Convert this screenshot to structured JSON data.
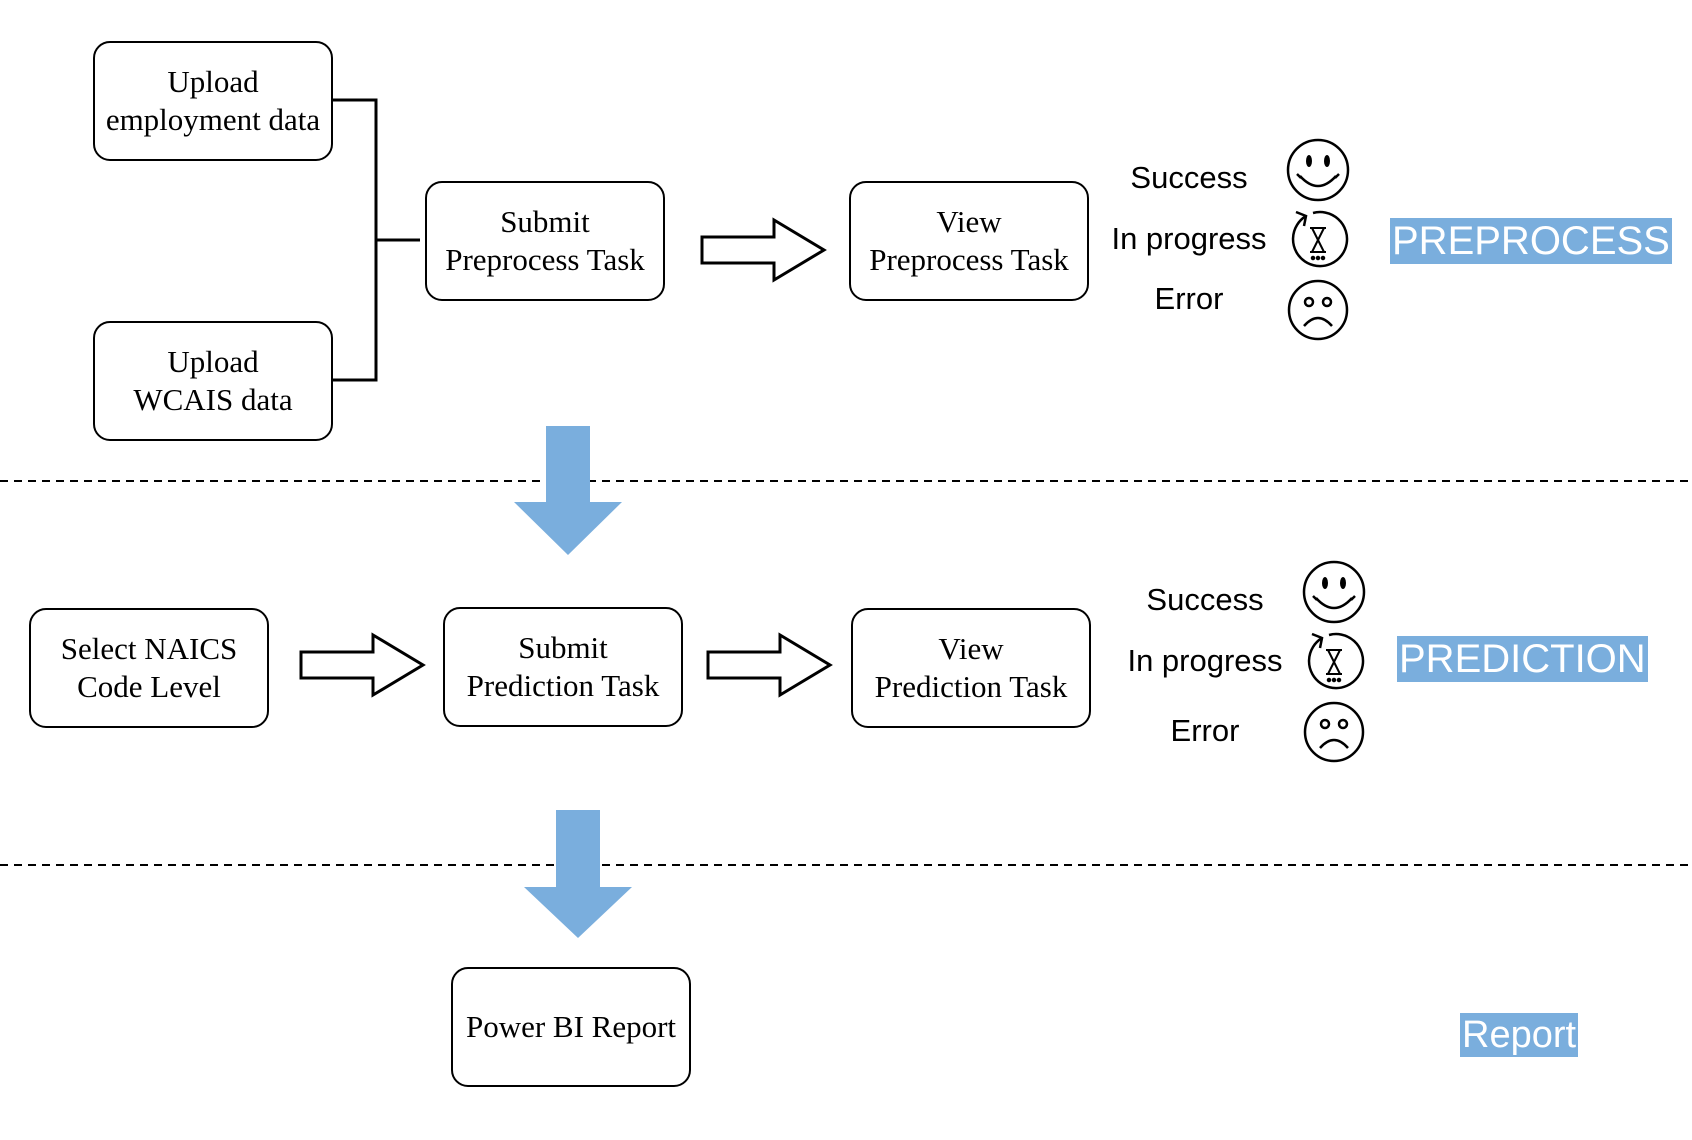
{
  "nodes": {
    "upload_employment": [
      "Upload",
      "employment data"
    ],
    "upload_wcais": [
      "Upload",
      "WCAIS data"
    ],
    "submit_preprocess": [
      "Submit",
      "Preprocess Task"
    ],
    "view_preprocess": [
      "View",
      "Preprocess Task"
    ],
    "select_naics": [
      "Select NAICS",
      "Code Level"
    ],
    "submit_prediction": [
      "Submit",
      "Prediction Task"
    ],
    "view_prediction": [
      "View",
      "Prediction Task"
    ],
    "power_bi": "Power BI Report"
  },
  "status_legend": {
    "success": "Success",
    "in_progress": "In progress",
    "error": "Error"
  },
  "stages": {
    "preprocess": "PREPROCESS",
    "prediction": "PREDICTION",
    "report": "Report"
  },
  "colors": {
    "stage_arrow": "#7aaedd",
    "stage_tag_bg": "#7aaedd"
  },
  "icons": {
    "success": "smiley-face-icon",
    "in_progress": "hourglass-refresh-icon",
    "error": "frown-face-icon"
  }
}
